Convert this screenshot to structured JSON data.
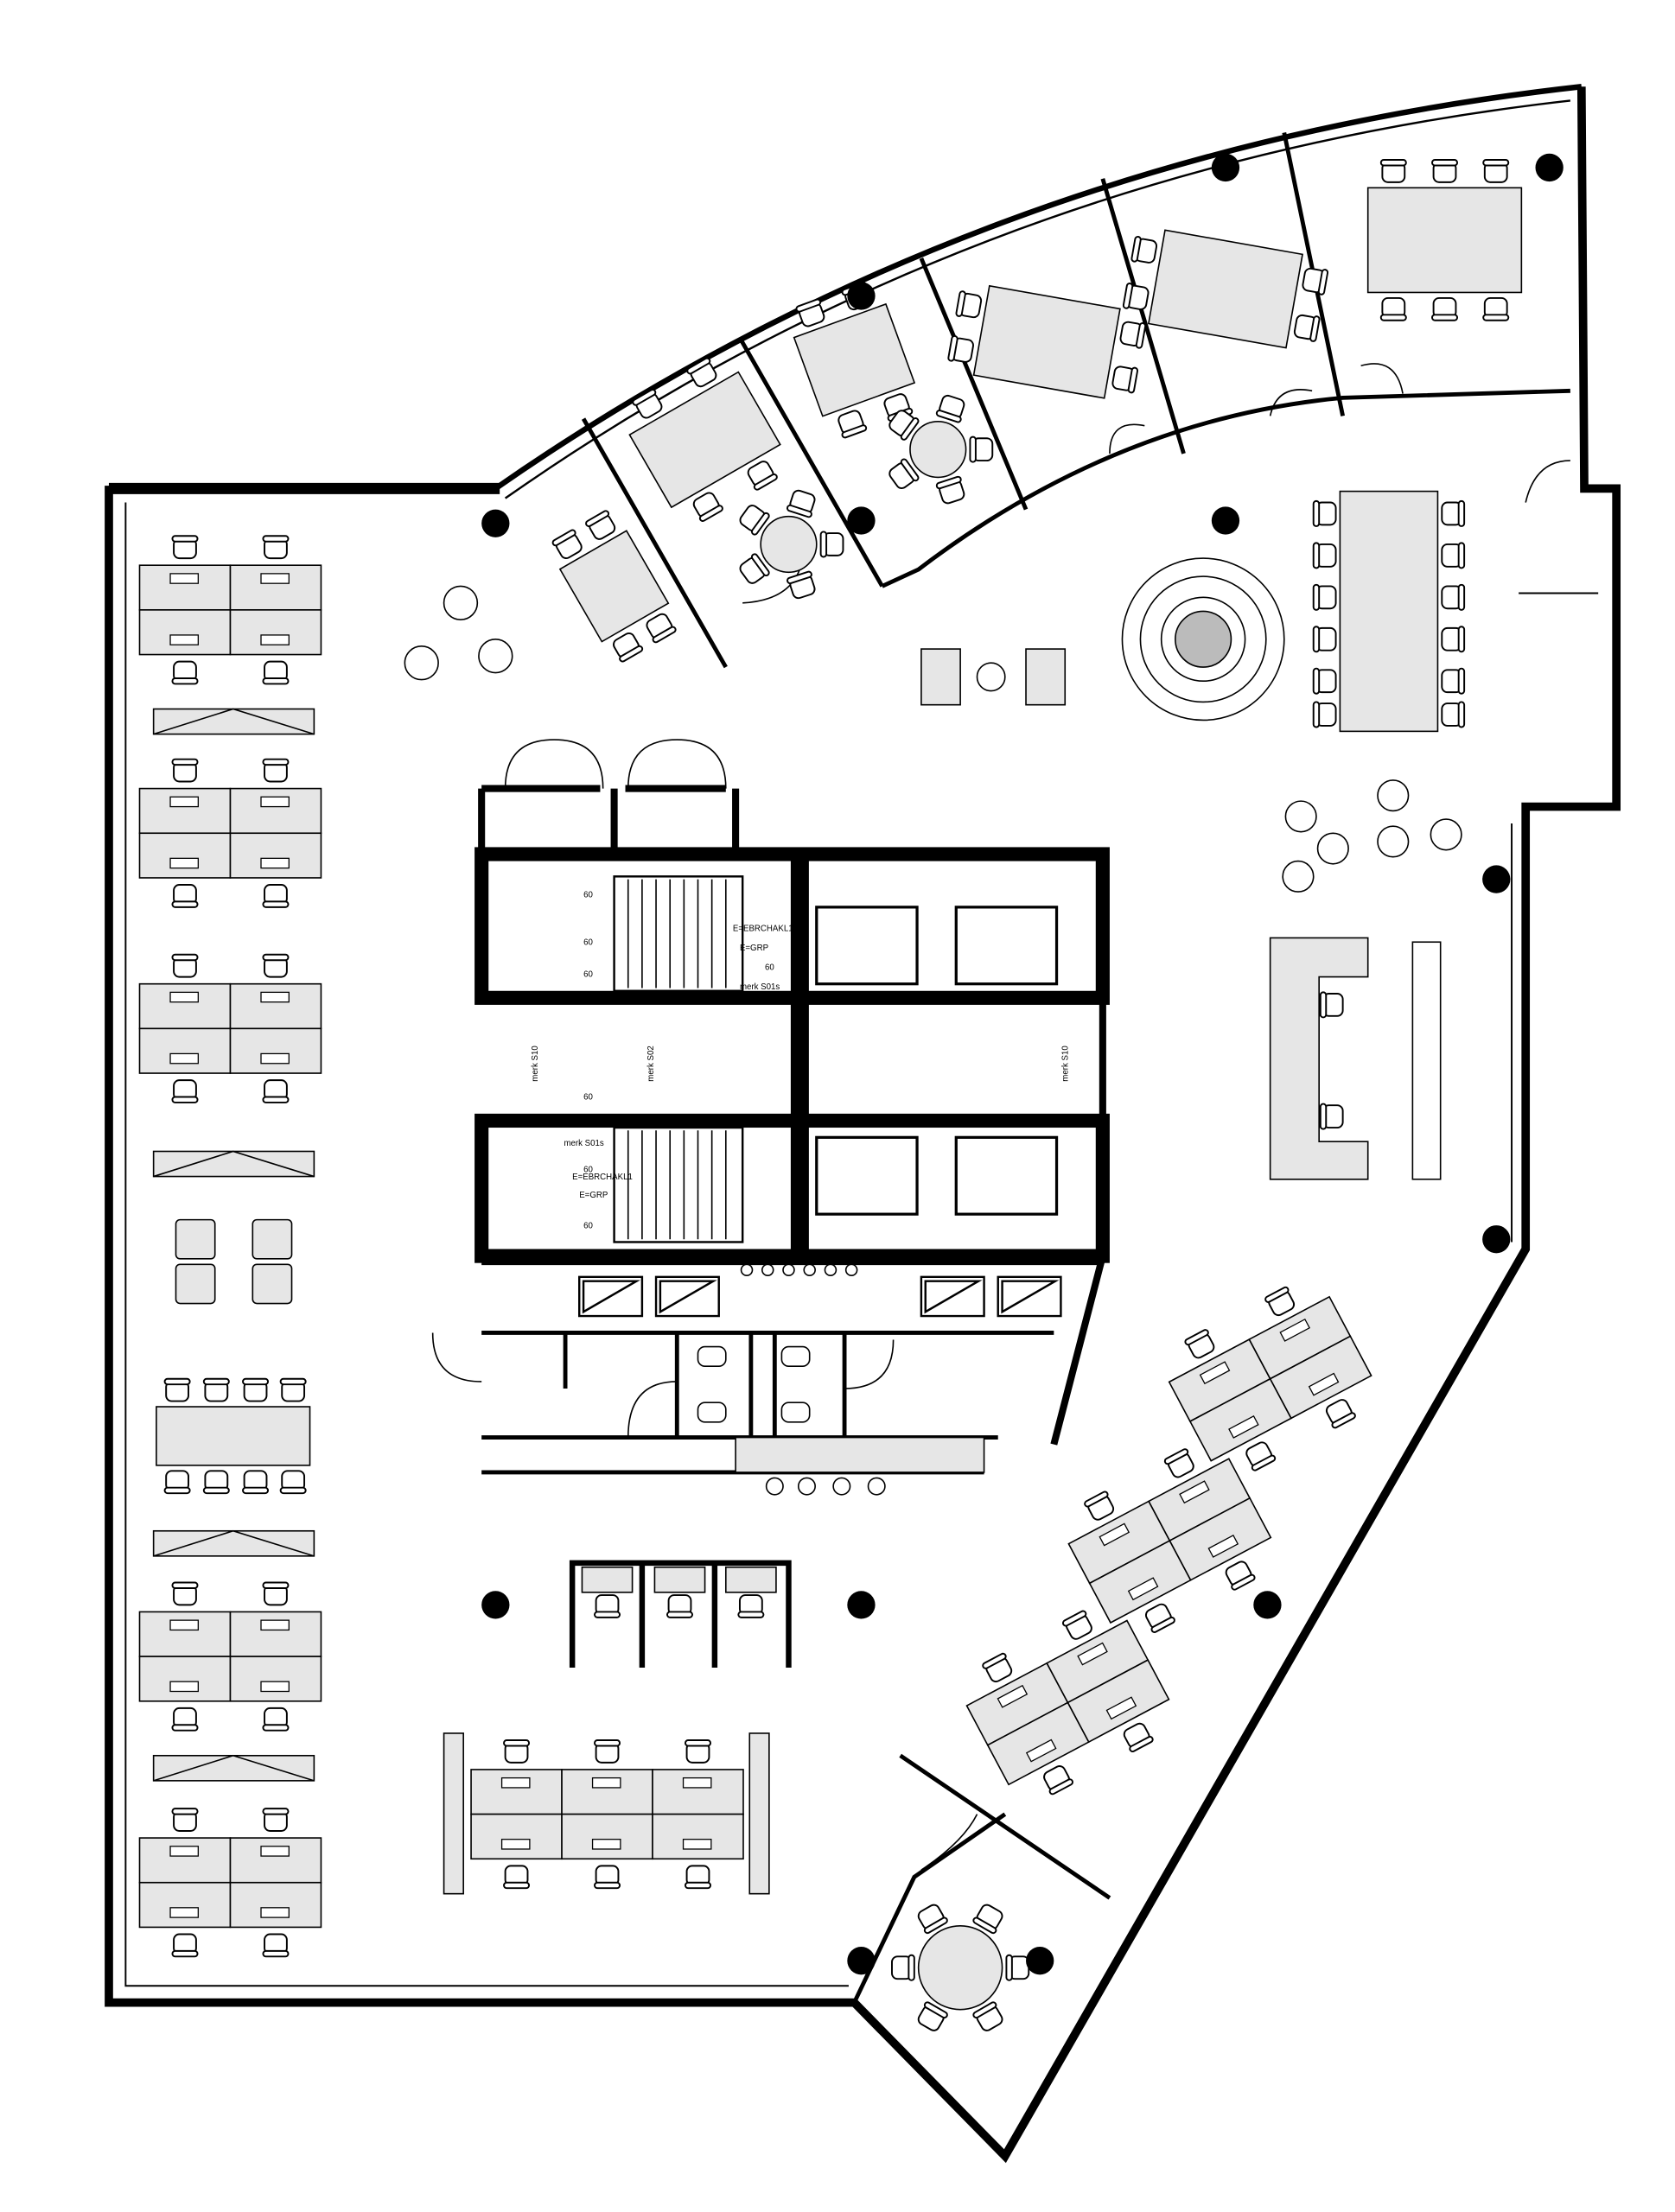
{
  "plan": {
    "core_labels": {
      "fire_rating_1": "60",
      "fire_rating_2": "60",
      "fire_rating_3": "60",
      "fire_rating_4": "60",
      "fire_rating_5": "60",
      "fire_rating_6": "60",
      "fire_rating_7": "60",
      "door_mark_upper": "merk S01s",
      "door_mark_lower": "merk S01s",
      "door_mark_center": "merk S02",
      "door_mark_left": "merk S10",
      "door_mark_right": "merk S10",
      "equipment_upper_1": "E=EBRCHAKL1",
      "equipment_upper_2": "E=GRP",
      "equipment_lower_1": "E=EBRCHAKL1",
      "equipment_lower_2": "E=GRP"
    },
    "colors": {
      "wall": "#000000",
      "furniture_fill": "#e6e6e6",
      "background": "#ffffff"
    }
  }
}
